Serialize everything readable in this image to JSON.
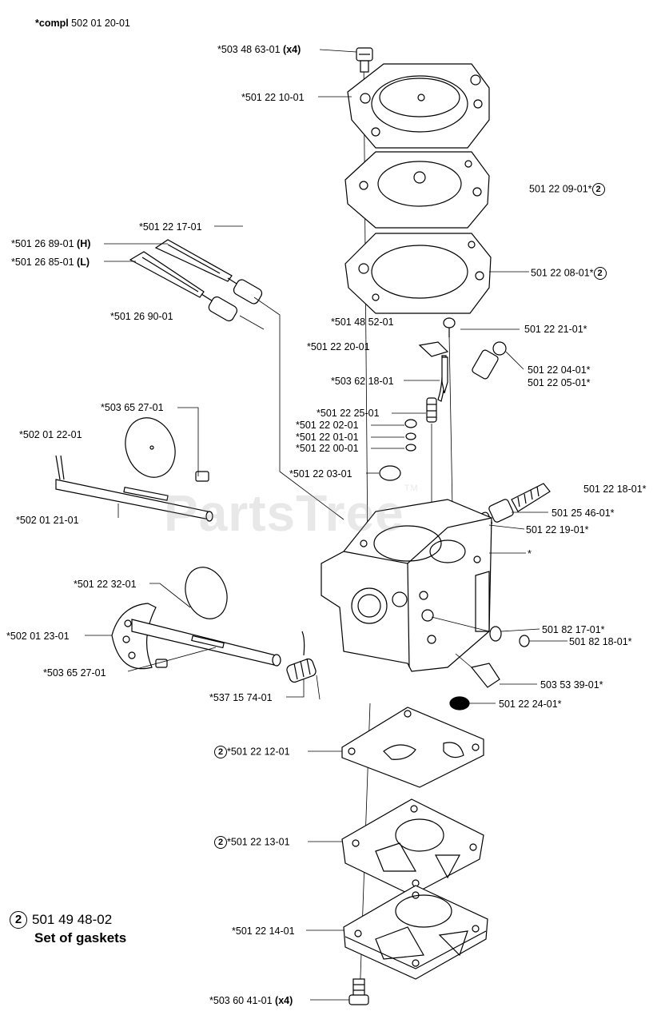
{
  "header": {
    "prefix": "*compl",
    "number": "502 01 20-01"
  },
  "watermark": {
    "text": "PartsTree",
    "tm": "TM"
  },
  "legend": {
    "circle": "2",
    "number": "501 49 48-02",
    "title": "Set of gaskets"
  },
  "labels": {
    "l01": {
      "text": "*503 48 63-01",
      "qty": "(x4)"
    },
    "l02": {
      "text": "*501 22 10-01"
    },
    "l03": {
      "text": "501 22 09-01*",
      "circle": "2"
    },
    "l04": {
      "text": "*501 22 17-01"
    },
    "l05": {
      "text": "*501 26 89-01",
      "suffix": "(H)"
    },
    "l06": {
      "text": "*501 26 85-01",
      "suffix": "(L)"
    },
    "l07": {
      "text": "501 22 08-01*",
      "circle": "2"
    },
    "l08": {
      "text": "*501 26 90-01"
    },
    "l09": {
      "text": "*501 48 52-01"
    },
    "l10": {
      "text": "501 22 21-01*"
    },
    "l11": {
      "text": "*501 22 20-01"
    },
    "l12": {
      "text": "*503 62 18-01"
    },
    "l13": {
      "text": "501 22 04-01*"
    },
    "l14": {
      "text": "501 22 05-01*"
    },
    "l15": {
      "text": "*503 65 27-01"
    },
    "l16": {
      "text": "*501 22 25-01"
    },
    "l17": {
      "text": "*502 01 22-01"
    },
    "l18": {
      "text": "*501 22 02-01"
    },
    "l19": {
      "text": "*501 22 01-01"
    },
    "l20": {
      "text": "*501 22 00-01"
    },
    "l21": {
      "text": "*501 22 03-01"
    },
    "l22": {
      "text": "501 22 18-01*"
    },
    "l23": {
      "text": "501 25 46-01*"
    },
    "l24": {
      "text": "*502 01 21-01"
    },
    "l25": {
      "text": "501 22 19-01*"
    },
    "l26": {
      "text": "*"
    },
    "l27": {
      "text": "*501 22 32-01"
    },
    "l28": {
      "text": "501 82 17-01*"
    },
    "l29": {
      "text": "*502 01 23-01"
    },
    "l30": {
      "text": "501 82 18-01*"
    },
    "l31": {
      "text": "*503 65 27-01"
    },
    "l32": {
      "text": "503 53 39-01*"
    },
    "l33": {
      "text": "*537 15 74-01"
    },
    "l34": {
      "text": "501 22 24-01*"
    },
    "l35": {
      "text": "*501 22 12-01",
      "circle": "2"
    },
    "l36": {
      "text": "*501 22 13-01",
      "circle": "2"
    },
    "l37": {
      "text": "*501 22 14-01"
    },
    "l38": {
      "text": "*503 60 41-01",
      "qty": "(x4)"
    }
  }
}
